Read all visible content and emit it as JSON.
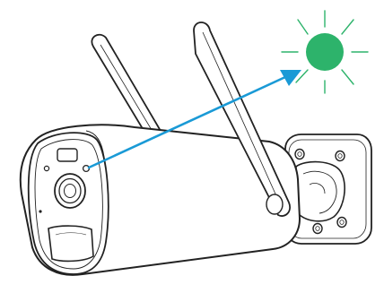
{
  "diagram": {
    "subject": "outdoor-wireless-security-camera",
    "elements": {
      "antennas": 2,
      "indicator_led": "camera-front-led",
      "status_light": {
        "state": "on",
        "color": "#2DB36B"
      },
      "arrow": {
        "from": "camera-front-led",
        "to": "status-light-indicator",
        "color": "#1A9AD6"
      }
    },
    "colors": {
      "outline": "#222222",
      "fill": "#ffffff",
      "status_green": "#2DB36B",
      "arrow_blue": "#1A9AD6"
    }
  }
}
